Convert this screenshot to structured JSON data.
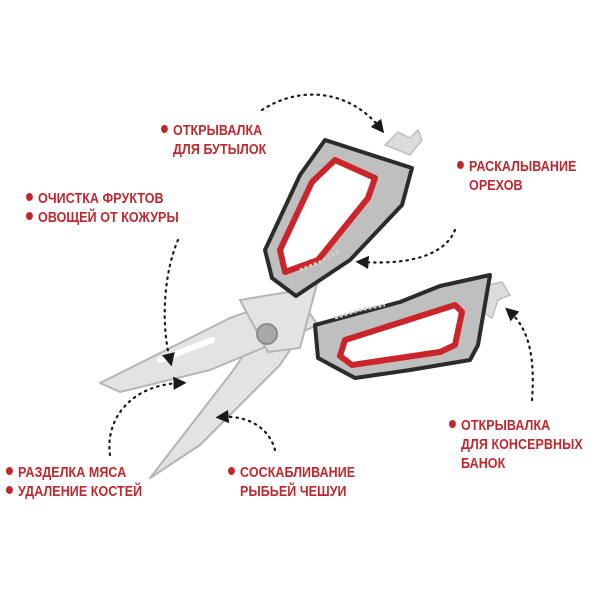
{
  "diagram": {
    "subject": "kitchen scissors",
    "colors": {
      "label": "#c0272d",
      "handle_fill": "#bfbfbf",
      "handle_outline": "#2b2b2b",
      "handle_insert": "#c9252b",
      "blade_fill": "#e3e3e3",
      "blade_outline": "#b5b5b5",
      "arrow": "#1a1a1a"
    },
    "labels": {
      "bottle_opener": {
        "lines": [
          "ОТКРЫВАЛКА",
          "ДЛЯ БУТЫЛОК"
        ]
      },
      "nut_cracker": {
        "lines": [
          "РАСКАЛЫВАНИЕ",
          "ОРЕХОВ"
        ]
      },
      "peeling": {
        "lines": [
          "ОЧИСТКА ФРУКТОВ",
          "ОВОЩЕЙ ОТ КОЖУРЫ"
        ]
      },
      "can_opener": {
        "lines": [
          "ОТКРЫВАЛКА",
          "ДЛЯ КОНСЕРВНЫХ",
          "БАНОК"
        ]
      },
      "meat_bones": {
        "lines": [
          "РАЗДЕЛКА МЯСА",
          "УДАЛЕНИЕ КОСТЕЙ"
        ]
      },
      "fish_scaling": {
        "lines": [
          "СОСКАБЛИВАНИЕ",
          "РЫБЬЕЙ ЧЕШУИ"
        ]
      }
    }
  }
}
